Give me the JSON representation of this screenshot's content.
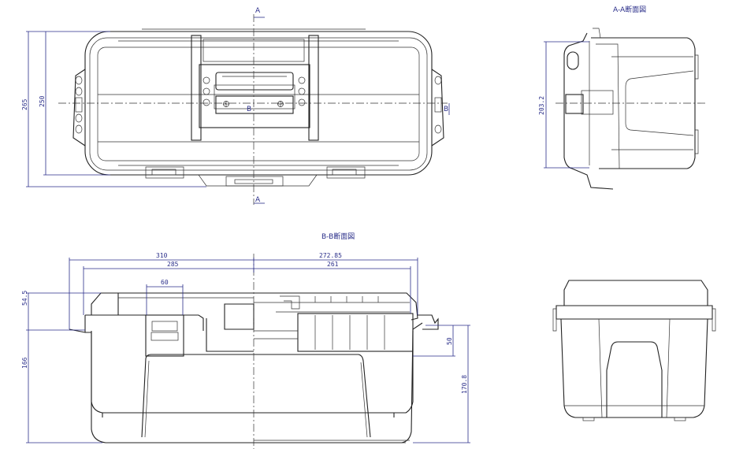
{
  "drawing": {
    "section_markers": {
      "a_top": "A",
      "a_bottom": "A",
      "b_left": "B",
      "b_right": "B"
    },
    "top_view": {
      "dim_overall_depth": "265",
      "dim_body_depth": "250"
    },
    "section_aa": {
      "title": "A-A断面図",
      "dim_height": "203.2"
    },
    "section_bb": {
      "title": "B-B断面図",
      "dim_left_overall": "310",
      "dim_left_body": "285",
      "dim_right_overall": "272.85",
      "dim_right_body": "261",
      "dim_handle": "60",
      "dim_lid_height": "54.5",
      "dim_body_height": "166",
      "dim_latch": "50",
      "dim_right_height": "170.8"
    }
  }
}
